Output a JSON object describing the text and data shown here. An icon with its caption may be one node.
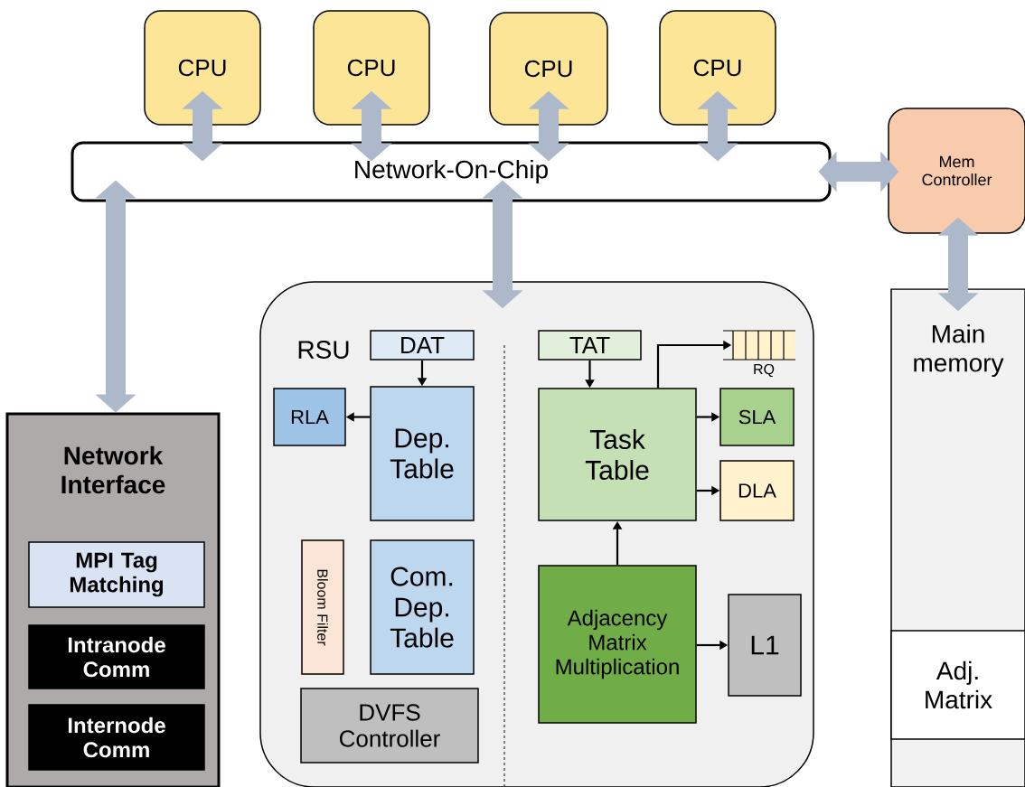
{
  "diagram": {
    "nodes": [
      {
        "text": [
          "CPU"
        ]
      },
      {
        "text": [
          "CPU"
        ]
      },
      {
        "text": [
          "CPU"
        ]
      },
      {
        "text": [
          "CPU"
        ]
      },
      {
        "text": [
          "Network-On-Chip"
        ]
      },
      {
        "text": [
          "Mem Controller"
        ]
      },
      {
        "text": [
          "Main memory"
        ]
      },
      {
        "text": [
          "Adj. Matrix"
        ],
        "in": 6
      },
      {
        "text": [
          "Network Interface"
        ]
      },
      {
        "text": [
          "MPI Tag Matching"
        ],
        "in": 8
      },
      {
        "text": [
          "Intranode Comm"
        ],
        "in": 8
      },
      {
        "text": [
          "Internode Comm"
        ],
        "in": 8
      },
      {
        "text": [
          "RSU"
        ]
      },
      {
        "text": [
          "DAT"
        ],
        "in": 12
      },
      {
        "text": [
          "Dep. Table"
        ],
        "in": 12
      },
      {
        "text": [
          "RLA"
        ],
        "in": 12
      },
      {
        "text": [
          "Bloom Filter"
        ],
        "in": 12
      },
      {
        "text": [
          "Com. Dep. Table"
        ],
        "in": 12
      },
      {
        "text": [
          "DVFS Controller"
        ],
        "in": 12
      },
      {
        "text": [
          "TAT"
        ],
        "in": 12
      },
      {
        "text": [
          "Task Table"
        ],
        "in": 12
      },
      {
        "text": [
          "RQ"
        ],
        "in": 12
      },
      {
        "text": [
          "SLA"
        ],
        "in": 12
      },
      {
        "text": [
          "DLA"
        ],
        "in": 12
      },
      {
        "text": [
          "Adjacency Matrix Multiplication"
        ],
        "in": 12
      },
      {
        "text": [
          "L1"
        ],
        "in": 12
      }
    ],
    "edges": [
      {
        "from": 0,
        "to": 4,
        "arrow": "both",
        "style": "thick"
      },
      {
        "from": 1,
        "to": 4,
        "arrow": "both",
        "style": "thick"
      },
      {
        "from": 2,
        "to": 4,
        "arrow": "both",
        "style": "thick"
      },
      {
        "from": 3,
        "to": 4,
        "arrow": "both",
        "style": "thick"
      },
      {
        "from": 4,
        "to": 5,
        "arrow": "both",
        "style": "thick"
      },
      {
        "from": 5,
        "to": 6,
        "arrow": "both",
        "style": "thick"
      },
      {
        "from": 4,
        "to": 8,
        "arrow": "both",
        "style": "thick"
      },
      {
        "from": 4,
        "to": 12,
        "arrow": "both",
        "style": "thick"
      },
      {
        "from": 13,
        "to": 14,
        "arrow": "to",
        "color": "#000000"
      },
      {
        "from": 14,
        "to": 15,
        "arrow": "to",
        "color": "#000000"
      },
      {
        "from": 19,
        "to": 20,
        "arrow": "to",
        "color": "#000000"
      },
      {
        "from": 20,
        "to": 21,
        "arrow": "to",
        "color": "#000000"
      },
      {
        "from": 20,
        "to": 22,
        "arrow": "to",
        "color": "#000000"
      },
      {
        "from": 20,
        "to": 23,
        "arrow": "to",
        "color": "#000000"
      },
      {
        "from": 24,
        "to": 20,
        "arrow": "to",
        "color": "#000000"
      },
      {
        "from": 24,
        "to": 25,
        "arrow": "to",
        "color": "#000000"
      }
    ]
  }
}
